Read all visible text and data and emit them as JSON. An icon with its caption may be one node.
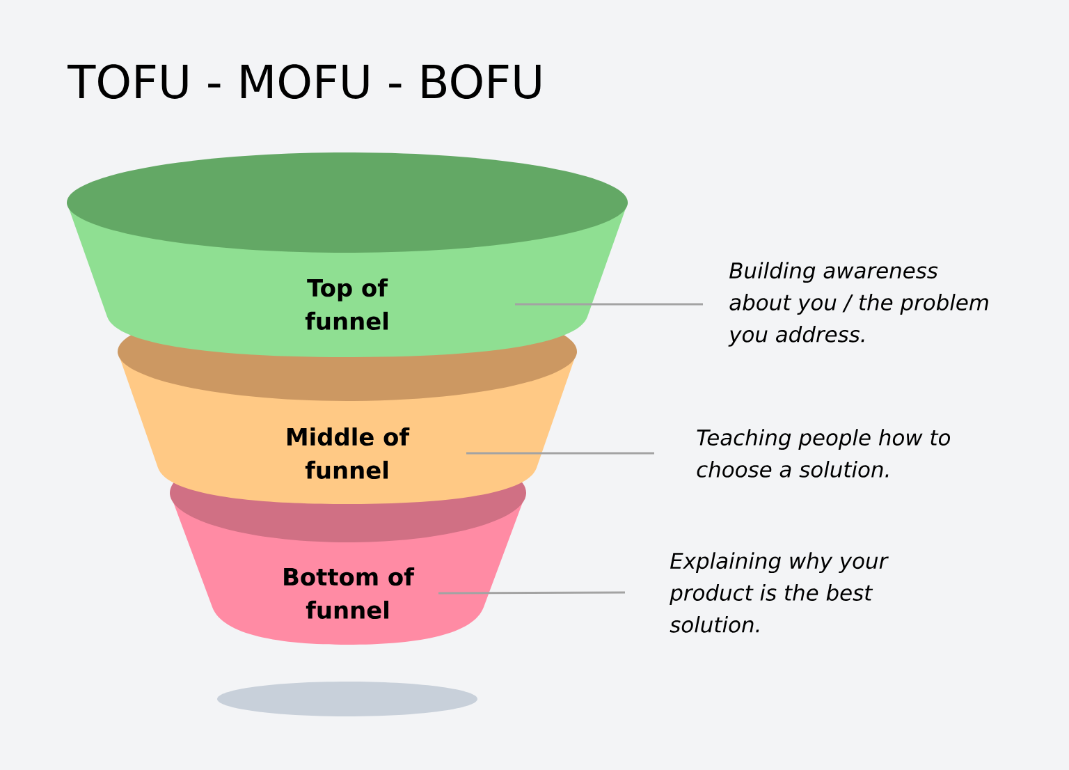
{
  "diagram": {
    "title": "TOFU - MOFU - BOFU",
    "nodes": [
      {
        "text": [
          "Top of funnel"
        ]
      },
      {
        "text": [
          "Middle of funnel"
        ]
      },
      {
        "text": [
          "Bottom of funnel"
        ]
      },
      {
        "text": [
          "Building awareness about you / the problem you address."
        ]
      },
      {
        "text": [
          "Teaching people how to choose a solution."
        ]
      },
      {
        "text": [
          "Explaining why your product is the best solution."
        ]
      }
    ],
    "edges": [
      {
        "from": 3,
        "to": 0,
        "arrow": "none"
      },
      {
        "from": 4,
        "to": 1,
        "arrow": "none"
      },
      {
        "from": 5,
        "to": 2,
        "arrow": "none"
      }
    ]
  }
}
